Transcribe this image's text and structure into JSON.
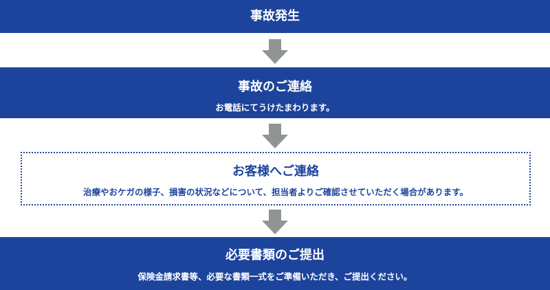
{
  "steps": [
    {
      "title": "事故発生"
    },
    {
      "title": "事故のご連絡",
      "desc": "お電話にてうけたまわります。"
    },
    {
      "title": "お客様へご連絡",
      "desc": "治療やおケガの様子、損害の状況などについて、担当者よりご確認させていただく場合があります。"
    },
    {
      "title": "必要書類のご提出",
      "desc": "保険金請求書等、必要な書類一式をご準備いただき、ご提出ください。"
    }
  ],
  "colors": {
    "primary": "#1d449c",
    "arrow": "#8e9592"
  }
}
